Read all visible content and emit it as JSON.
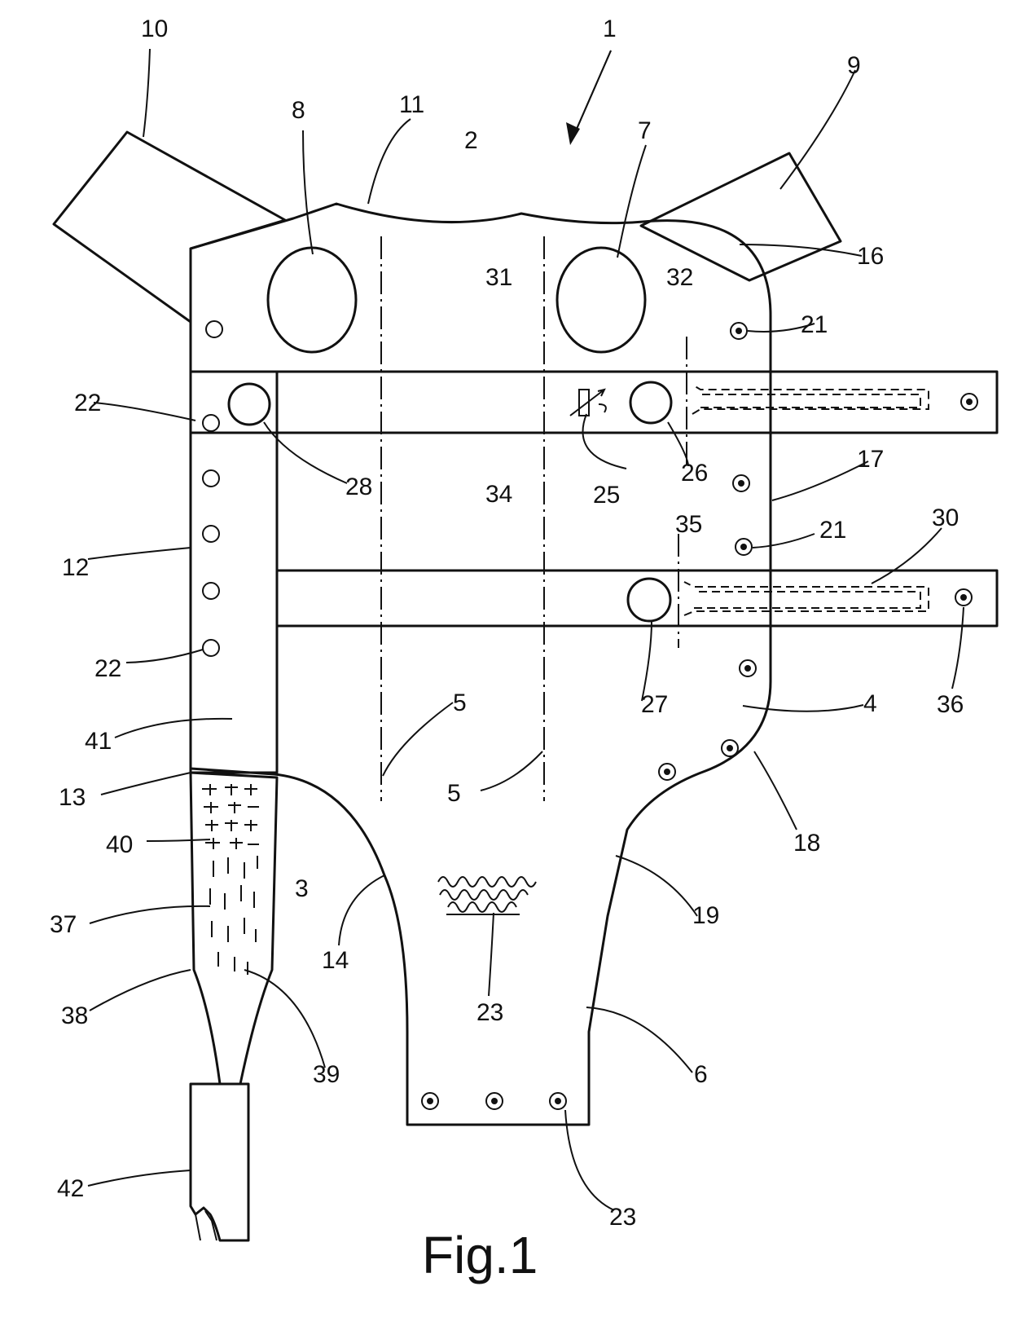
{
  "figure_title": "Fig.1",
  "labels": {
    "l1": "1",
    "l2": "2",
    "l3": "3",
    "l4": "4",
    "l5a": "5",
    "l5b": "5",
    "l6": "6",
    "l7": "7",
    "l8": "8",
    "l9": "9",
    "l10": "10",
    "l11": "11",
    "l12": "12",
    "l13": "13",
    "l14": "14",
    "l16": "16",
    "l17": "17",
    "l18": "18",
    "l19": "19",
    "l21a": "21",
    "l21b": "21",
    "l22a": "22",
    "l22b": "22",
    "l23a": "23",
    "l23b": "23",
    "l25": "25",
    "l26": "26",
    "l27": "27",
    "l28": "28",
    "l30": "30",
    "l31": "31",
    "l32": "32",
    "l34": "34",
    "l35": "35",
    "l36": "36",
    "l37": "37",
    "l38": "38",
    "l39": "39",
    "l40": "40",
    "l41": "41",
    "l42": "42"
  }
}
